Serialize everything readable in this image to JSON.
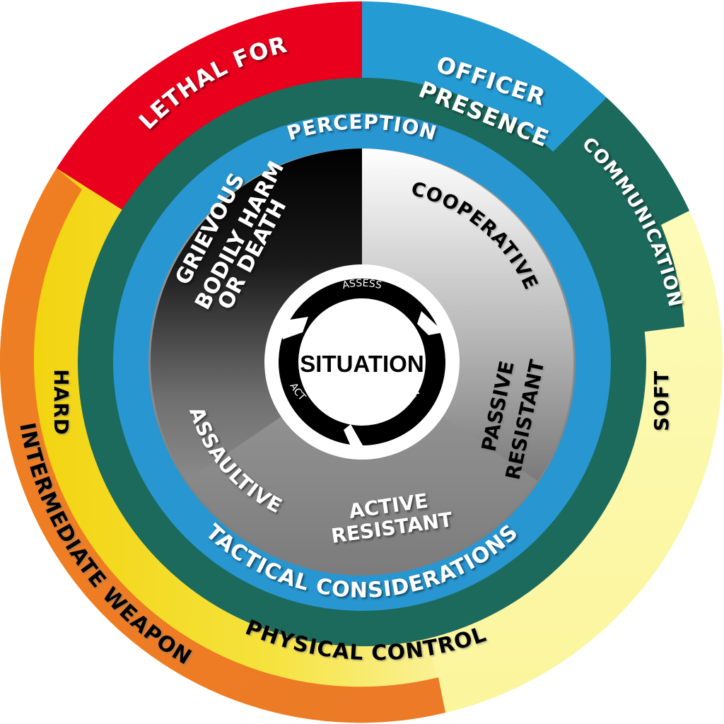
{
  "outer_ring": {
    "lethal_force": "LETHAL FORCE",
    "officer_presence_line1": "OFFICER",
    "officer_presence_line2": "PRESENCE",
    "communication": "COMMUNICATION",
    "soft": "SOFT",
    "hard": "HARD",
    "intermediate_weapons": "INTERMEDIATE WEAPONS",
    "physical_control": "PHYSICAL CONTROL"
  },
  "blue_ring": {
    "perception": "PERCEPTION",
    "tactical_considerations": "TACTICAL CONSIDERATIONS"
  },
  "subject_behaviour": {
    "cooperative": "COOPERATIVE",
    "passive_resistant_line1": "PASSIVE",
    "passive_resistant_line2": "RESISTANT",
    "active_resistant_line1": "ACTIVE",
    "active_resistant_line2": "RESISTANT",
    "assaultive": "ASSAULTIVE",
    "grievous_line1": "GRIEVOUS",
    "grievous_line2": "BODILY HARM",
    "grievous_line3": "OR DEATH"
  },
  "center": {
    "title": "SITUATION",
    "assess": "ASSESS",
    "plan": "PLAN",
    "act": "ACT"
  },
  "colors": {
    "lethal_force": "#e8001c",
    "officer_presence": "#259bd4",
    "communication": "#1c6a5c",
    "soft": "#fcf7a6",
    "hard": "#f2d80c",
    "intermediate": "#ec7e25",
    "tactical_blue": "#2896d0"
  }
}
